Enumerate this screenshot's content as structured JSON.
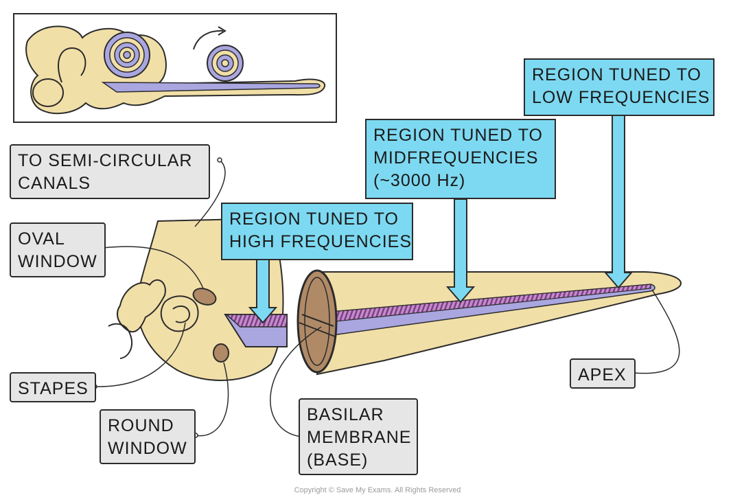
{
  "labels": {
    "semicircular": [
      "TO SEMI-CIRCULAR",
      "CANALS"
    ],
    "oval_window": [
      "OVAL",
      "WINDOW"
    ],
    "stapes": [
      "STAPES"
    ],
    "round_window": [
      "ROUND",
      "WINDOW"
    ],
    "basilar": [
      "BASILAR",
      "MEMBRANE",
      "(BASE)"
    ],
    "apex": [
      "APEX"
    ]
  },
  "callouts": {
    "high": [
      "REGION TUNED TO",
      "HIGH FREQUENCIES"
    ],
    "mid": [
      "REGION TUNED TO",
      "MIDFREQUENCIES",
      "(~3000 Hz)"
    ],
    "low": [
      "REGION TUNED TO",
      "LOW FREQUENCIES"
    ]
  },
  "copyright": "Copyright © Save My Exams. All Rights Reserved",
  "colors": {
    "bone": "#f1dfa8",
    "membrane": "#a9a6e0",
    "membrane_stripes": "#a05aa8",
    "callout_fill": "#7dd9f1",
    "tag_fill": "#e6e6e6",
    "outline": "#2b2b2b"
  }
}
